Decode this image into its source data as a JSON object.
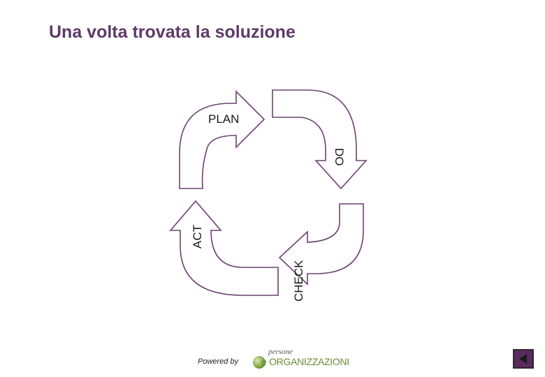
{
  "slide": {
    "title": "Una volta trovata la soluzione"
  },
  "cycle": {
    "plan_label": "PLAN",
    "do_label": "DO",
    "check_label": "CHECK",
    "act_label": "ACT",
    "stroke_color": "#6b4270"
  },
  "footer": {
    "powered_by": "Powered by",
    "logo_small": "persone",
    "logo_big": "e ORGANIZZAZIONI"
  },
  "nav": {
    "icon": "triangle-left-icon"
  }
}
